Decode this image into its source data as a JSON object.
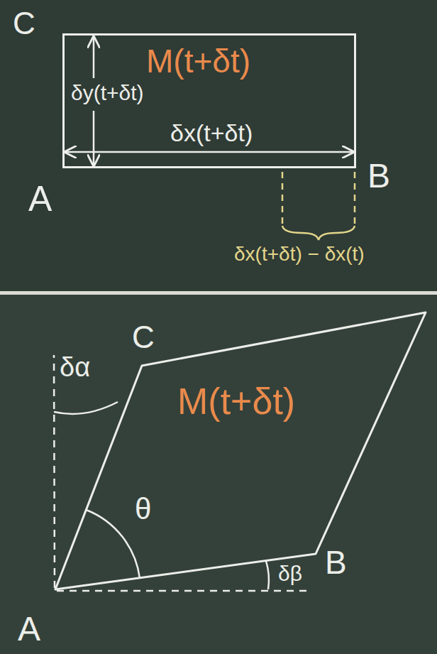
{
  "diagram": {
    "nodes": [
      {
        "text": [
          "M(t+δt)"
        ]
      },
      {
        "text": [
          "M(t+δt)"
        ]
      }
    ],
    "labels": [
      "C",
      "δy(t+δt)",
      "δx(t+δt)",
      "A",
      "B",
      "δx(t+δt) − δx(t)",
      "δα",
      "C",
      "θ",
      "B",
      "δβ",
      "A"
    ]
  }
}
